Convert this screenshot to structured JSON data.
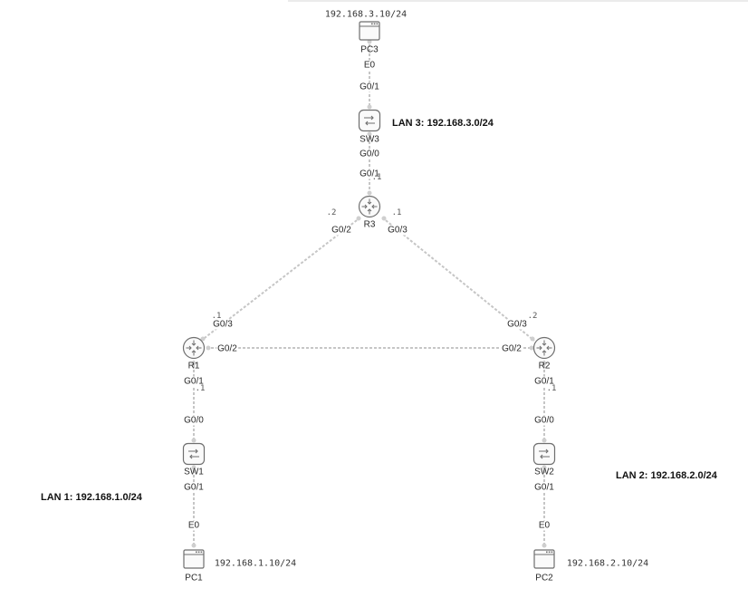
{
  "colors": {
    "link": "#c6c6c6",
    "device_stroke": "#6f6f6f",
    "device_fill": "#fafafa",
    "endpoint": "#cfcfcf"
  },
  "nodes": {
    "pc3": {
      "name": "PC3",
      "icon": "pc-icon",
      "address": "192.168.3.10/24"
    },
    "sw3": {
      "name": "SW3",
      "icon": "switch-icon"
    },
    "r3": {
      "name": "R3",
      "icon": "router-icon"
    },
    "r1": {
      "name": "R1",
      "icon": "router-icon"
    },
    "r2": {
      "name": "R2",
      "icon": "router-icon"
    },
    "sw1": {
      "name": "SW1",
      "icon": "switch-icon"
    },
    "sw2": {
      "name": "SW2",
      "icon": "switch-icon"
    },
    "pc1": {
      "name": "PC1",
      "icon": "pc-icon",
      "address": "192.168.1.10/24"
    },
    "pc2": {
      "name": "PC2",
      "icon": "pc-icon",
      "address": "192.168.2.10/24"
    }
  },
  "lans": {
    "lan1": "LAN 1: 192.168.1.0/24",
    "lan2": "LAN 2: 192.168.2.0/24",
    "lan3": "LAN 3: 192.168.3.0/24"
  },
  "links": [
    {
      "id": "pc3-sw3",
      "a_port": "E0",
      "b_port": "G0/1"
    },
    {
      "id": "sw3-r3",
      "a_port": "G0/0",
      "b_port": "G0/1",
      "b_ip": ".1"
    },
    {
      "id": "r3-r1",
      "a_port": "G0/2",
      "a_ip": ".2",
      "b_port": "G0/3",
      "b_ip": ".1"
    },
    {
      "id": "r3-r2",
      "a_port": "G0/3",
      "a_ip": ".1",
      "b_port": "G0/3",
      "b_ip": ".2"
    },
    {
      "id": "r1-r2",
      "a_port": "G0/2",
      "b_port": "G0/2"
    },
    {
      "id": "r1-sw1",
      "a_port": "G0/1",
      "a_ip": ".1",
      "b_port": "G0/0"
    },
    {
      "id": "sw1-pc1",
      "a_port": "G0/1",
      "b_port": "E0"
    },
    {
      "id": "r2-sw2",
      "a_port": "G0/1",
      "a_ip": ".1",
      "b_port": "G0/0"
    },
    {
      "id": "sw2-pc2",
      "a_port": "G0/1",
      "b_port": "E0"
    }
  ]
}
